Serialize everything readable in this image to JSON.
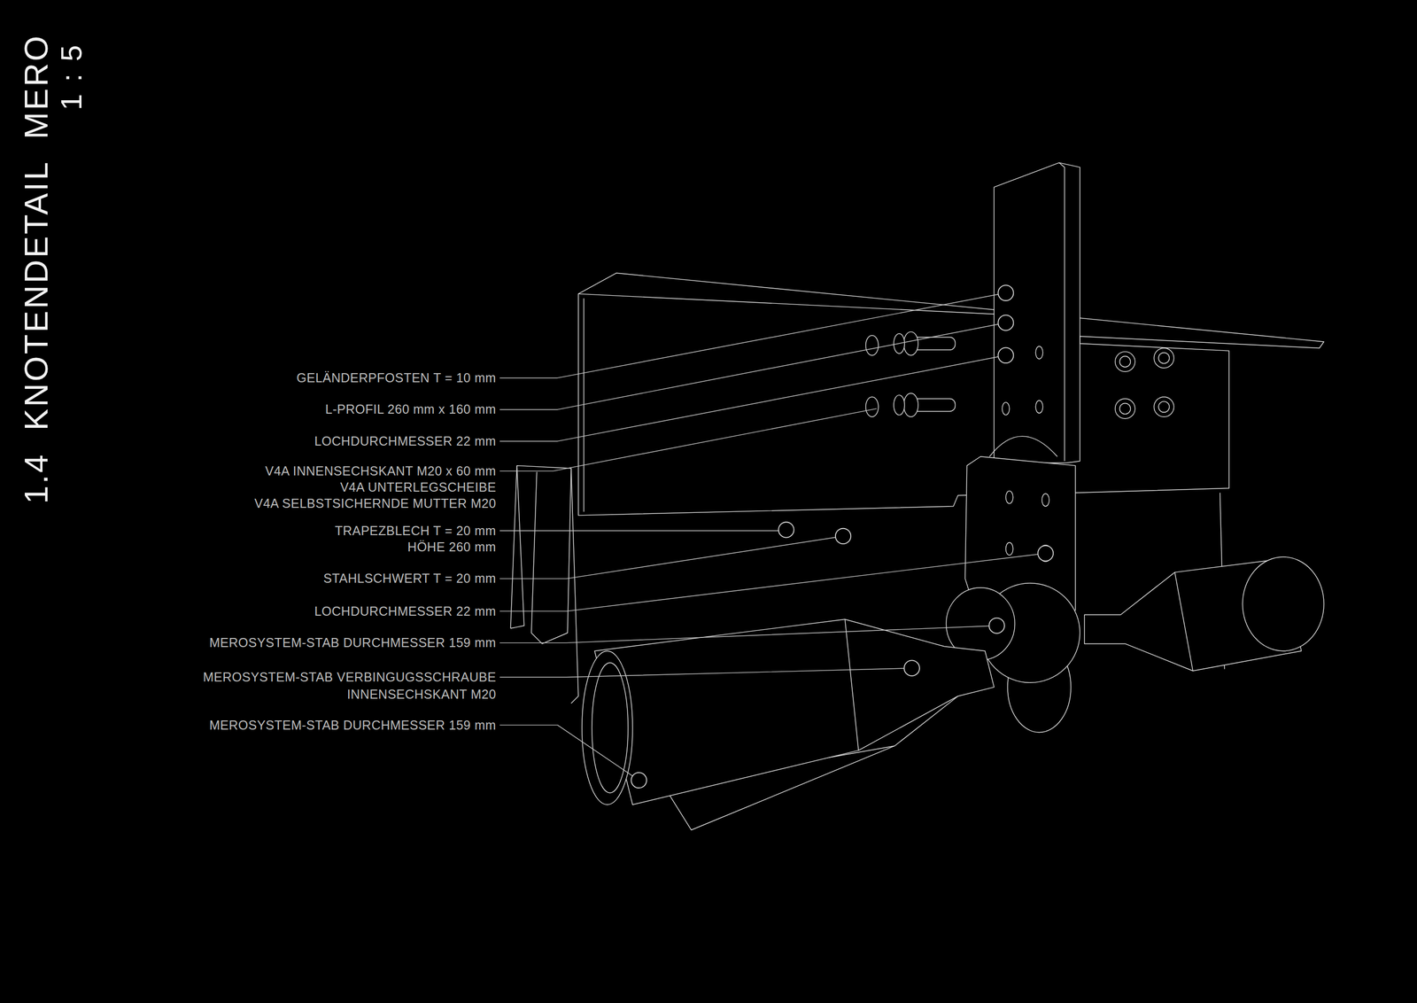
{
  "diagram": {
    "title": "1.4 KNOTENDETAIL MERO",
    "labels": [
      "1 : 5",
      "GELÄNDERPFOSTEN T = 10 mm",
      "L-PROFIL 260 mm x 160 mm",
      "LOCHDURCHMESSER 22 mm",
      "V4A INNENSECHSKANT M20 x 60 mm",
      "V4A UNTERLEGSCHEIBE",
      "V4A SELBSTSICHERNDE MUTTER M20",
      "TRAPEZBLECH T = 20 mm",
      "HÖHE 260 mm",
      "STAHLSCHWERT T = 20 mm",
      "LOCHDURCHMESSER 22 mm",
      "MEROSYSTEM-STAB DURCHMESSER 159 mm",
      "MEROSYSTEM-STAB VERBINGUGSSCHRAUBE",
      "INNENSECHSKANT M20",
      "MEROSYSTEM-STAB DURCHMESSER 159 mm"
    ]
  }
}
